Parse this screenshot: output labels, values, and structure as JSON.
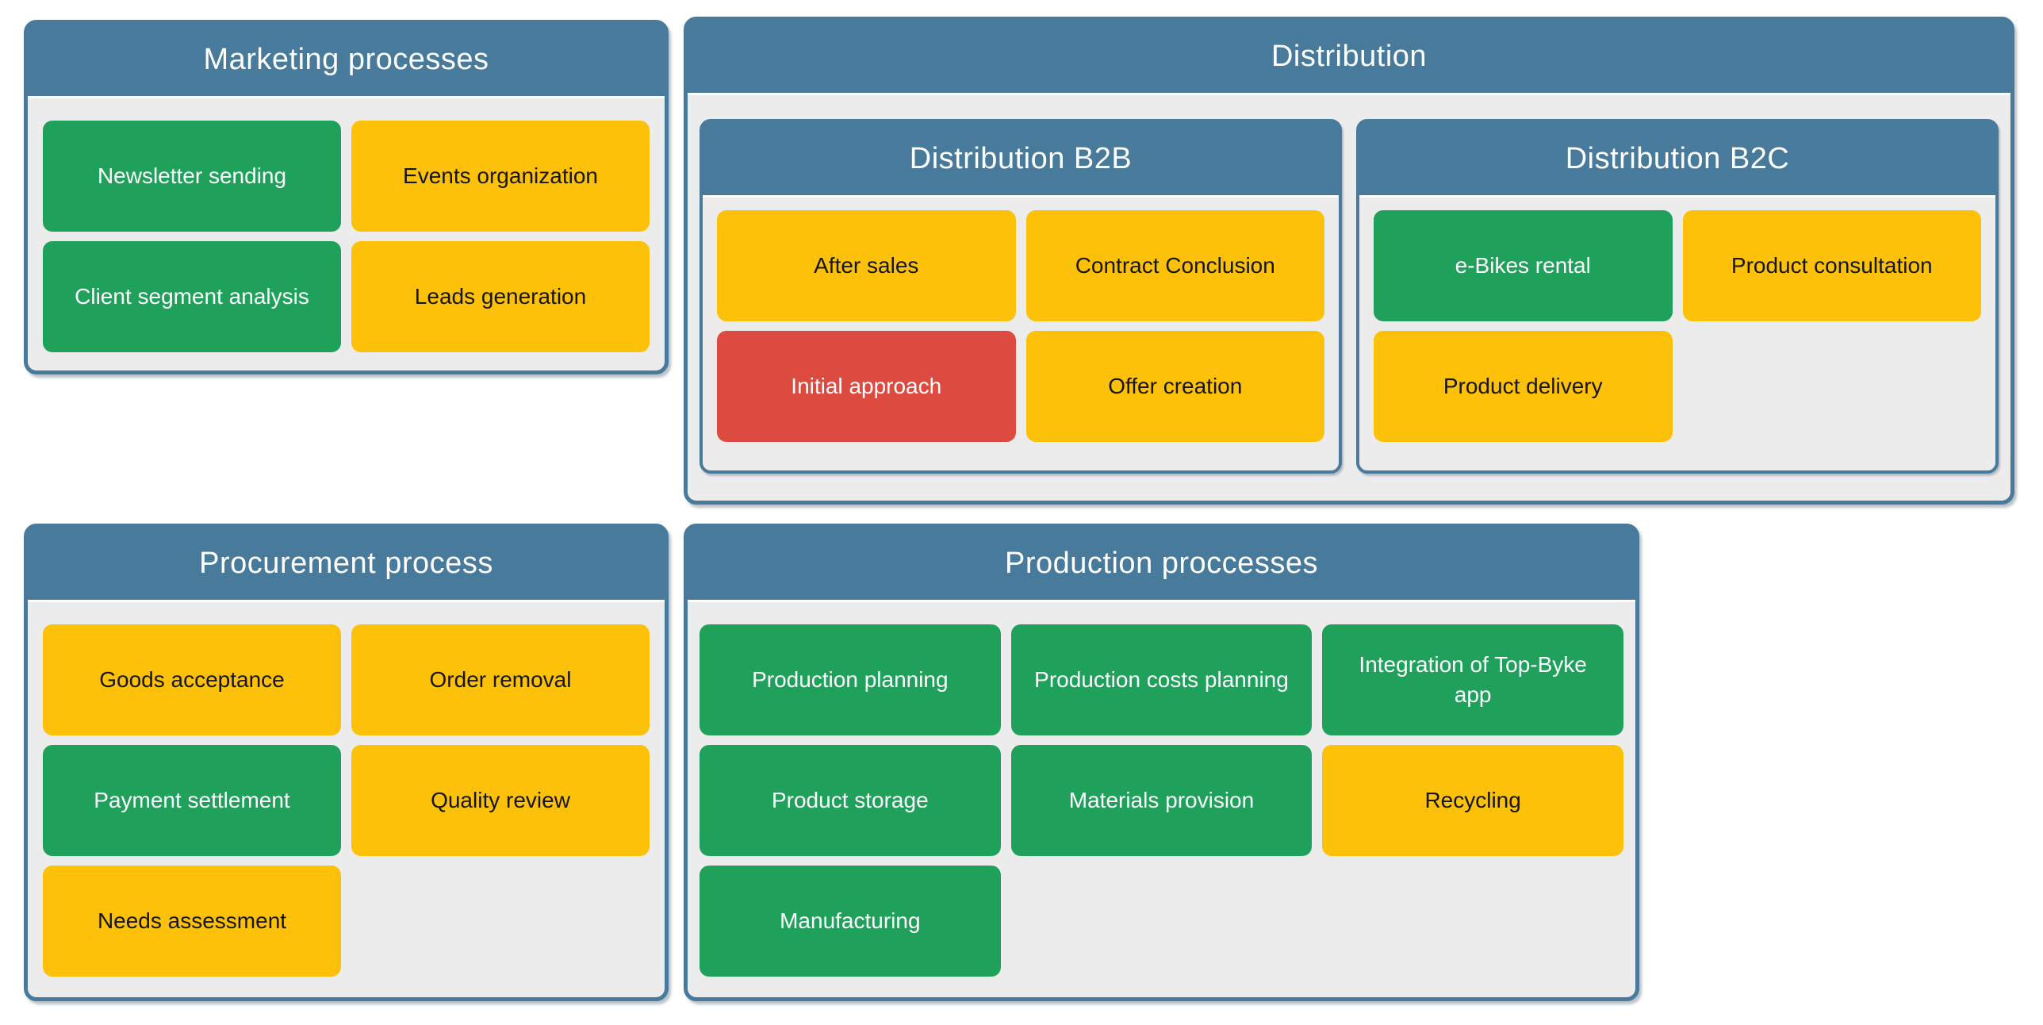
{
  "colors": {
    "header_blue": "#487a9b",
    "process_green": "#1fa15c",
    "process_yellow": "#fcc108",
    "process_red": "#dd4b40",
    "panel_gray": "#ececec",
    "text_light": "#ffffff",
    "text_dark": "#151515",
    "page_white": "#ffffff"
  },
  "panels": {
    "marketing": {
      "title": "Marketing processes",
      "boxes": [
        {
          "label": "Newsletter sending",
          "color": "green"
        },
        {
          "label": "Events organization",
          "color": "yellow"
        },
        {
          "label": "Client segment analysis",
          "color": "green"
        },
        {
          "label": "Leads generation",
          "color": "yellow"
        }
      ]
    },
    "distribution": {
      "title": "Distribution",
      "subpanels": {
        "b2b": {
          "title": "Distribution B2B",
          "boxes": [
            {
              "label": "After sales",
              "color": "yellow"
            },
            {
              "label": "Contract Conclusion",
              "color": "yellow"
            },
            {
              "label": "Initial approach",
              "color": "red"
            },
            {
              "label": "Offer creation",
              "color": "yellow"
            }
          ]
        },
        "b2c": {
          "title": "Distribution B2C",
          "boxes": [
            {
              "label": "e-Bikes rental",
              "color": "green"
            },
            {
              "label": "Product consultation",
              "color": "yellow"
            },
            {
              "label": "Product delivery",
              "color": "yellow"
            }
          ]
        }
      }
    },
    "procurement": {
      "title": "Procurement process",
      "boxes": [
        {
          "label": "Goods acceptance",
          "color": "yellow"
        },
        {
          "label": "Order removal",
          "color": "yellow"
        },
        {
          "label": "Payment settlement",
          "color": "green"
        },
        {
          "label": "Quality review",
          "color": "yellow"
        },
        {
          "label": "Needs assessment",
          "color": "yellow"
        }
      ]
    },
    "production": {
      "title": "Production proccesses",
      "boxes": [
        {
          "label": "Production planning",
          "color": "green"
        },
        {
          "label": "Production costs planning",
          "color": "green"
        },
        {
          "label": "Integration of Top-Byke app",
          "color": "green"
        },
        {
          "label": "Product storage",
          "color": "green"
        },
        {
          "label": "Materials provision",
          "color": "green"
        },
        {
          "label": "Recycling",
          "color": "yellow"
        },
        {
          "label": "Manufacturing",
          "color": "green"
        }
      ]
    }
  }
}
